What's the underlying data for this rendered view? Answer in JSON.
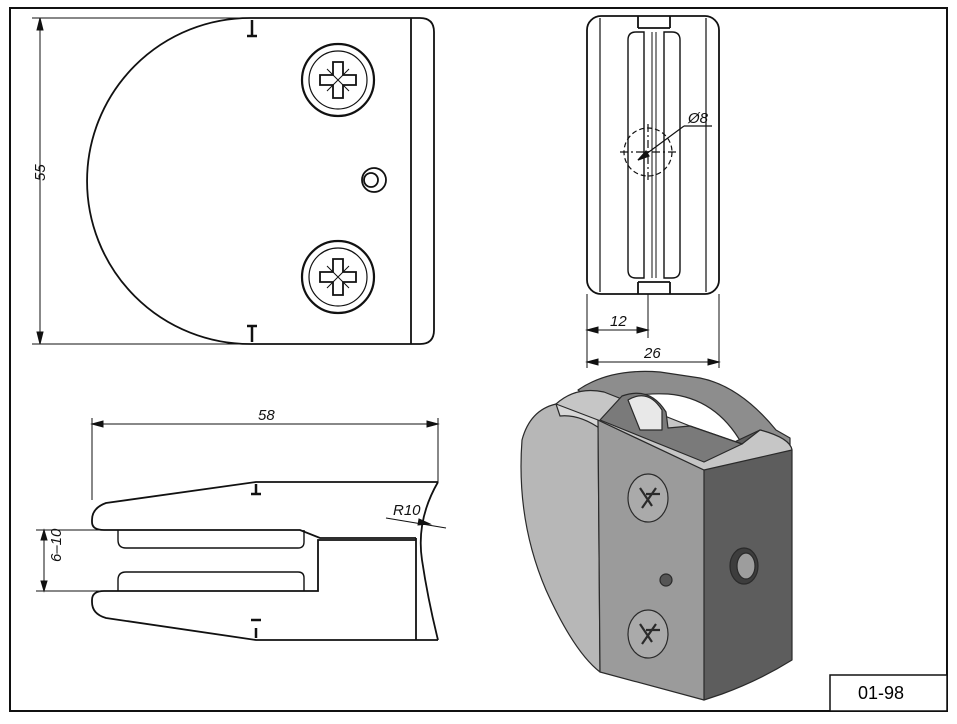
{
  "drawing": {
    "code": "01-98",
    "dimensions": {
      "height": "55",
      "hole_diameter": "Ø8",
      "depth_inner": "12",
      "depth_total": "26",
      "width": "58",
      "radius": "R10",
      "glass_thickness": "6–10"
    }
  },
  "colors": {
    "line": "#111111",
    "body_light": "#b9b9b9",
    "body_mid": "#8f8f8f",
    "body_dark": "#5f5f5f",
    "background": "#ffffff"
  }
}
